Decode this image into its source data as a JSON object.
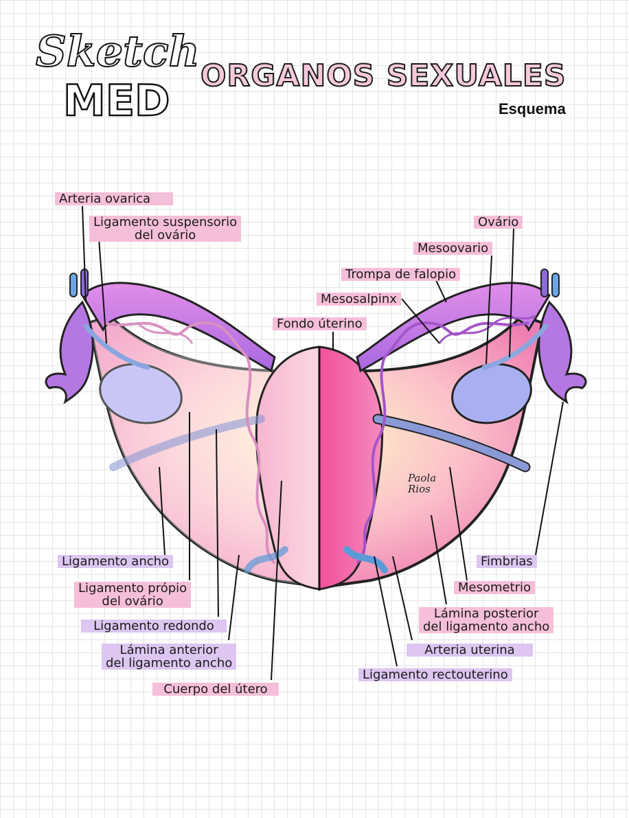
{
  "logo": {
    "sketch": "Sketch",
    "med": "MED"
  },
  "title": "ORGANOS SEXUALES",
  "subtitle": "Esquema",
  "signature": "Paola\nRios",
  "labels": {
    "arteria_ovarica": "Arteria ovarica",
    "ligamento_suspensorio": "Ligamento suspensorio\ndel ovário",
    "ovario": "Ovário",
    "mesoovario": "Mesoovario",
    "trompa_falopio": "Trompa de falopio",
    "mesosalpinx": "Mesosalpinx",
    "fondo_uterino": "Fondo úterino",
    "ligamento_ancho": "Ligamento ancho",
    "ligamento_propio": "Ligamento própio\ndel ovário",
    "ligamento_redondo": "Ligamento redondo",
    "lamina_anterior": "Lámina anterior\ndel ligamento ancho",
    "cuerpo_utero": "Cuerpo del útero",
    "fimbrias": "Fimbrias",
    "mesometrio": "Mesometrio",
    "lamina_posterior": "Lámina posterior\ndel ligamento ancho",
    "arteria_uterina": "Arteria uterina",
    "ligamento_rectouterino": "Ligamento rectouterino"
  },
  "colors": {
    "label_pink": "#f6bfd9",
    "label_lavender": "#ddc6f1",
    "tube": "#b98ae6",
    "uterus": "#ee6ba8",
    "ovary": "#a9a6f0",
    "artery": "#d98fc0",
    "ligament": "#8a9ad6"
  }
}
